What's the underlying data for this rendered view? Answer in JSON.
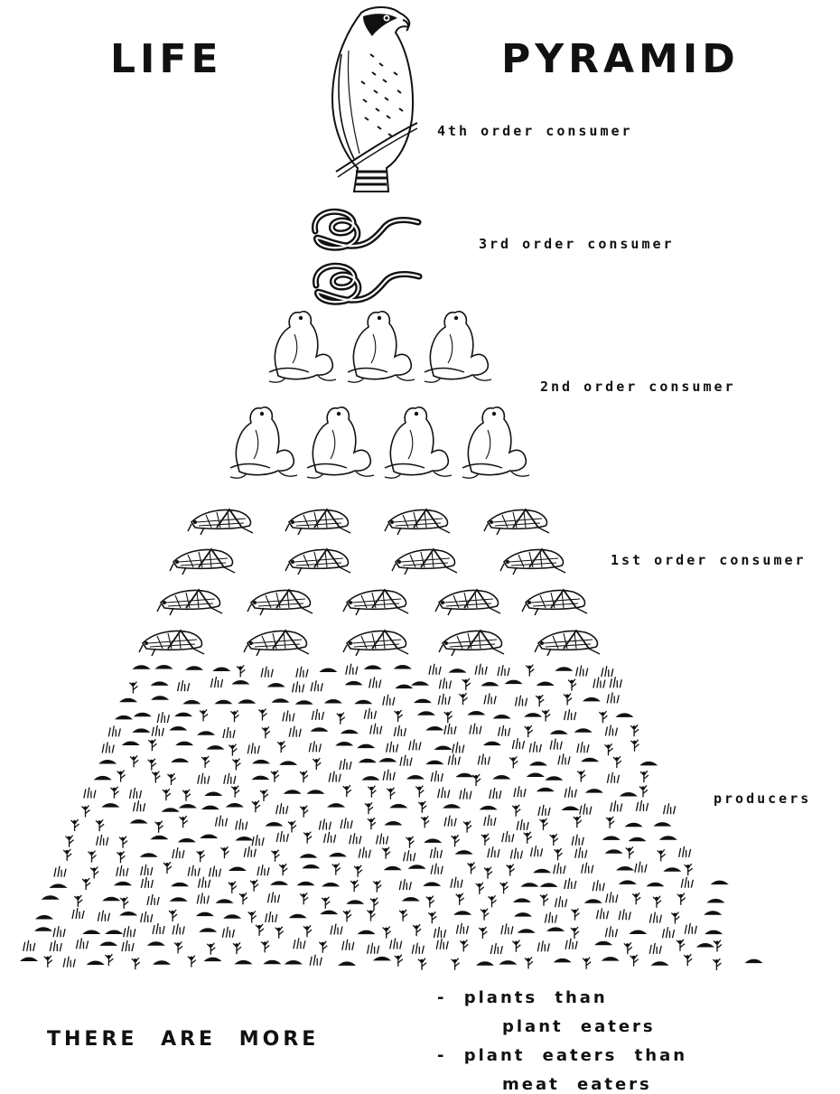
{
  "title": {
    "left": "LIFE",
    "right": "PYRAMID"
  },
  "levels": {
    "hawk": {
      "label": "4th order consumer",
      "icon": "hawk-icon",
      "count": 1
    },
    "snakes": {
      "label": "3rd order consumer",
      "icon": "snake-icon",
      "count": 2
    },
    "frogs": {
      "label": "2nd order consumer",
      "icon": "frog-icon",
      "count": 7
    },
    "insects": {
      "label": "1st order consumer",
      "icon": "grasshopper-icon",
      "count": 18
    },
    "plants": {
      "label": "producers",
      "icon": "plant-icon"
    }
  },
  "footer": {
    "main": "THERE ARE MORE",
    "lines": [
      "- plants than",
      "plant eaters",
      "- plant eaters than",
      "meat eaters"
    ]
  }
}
